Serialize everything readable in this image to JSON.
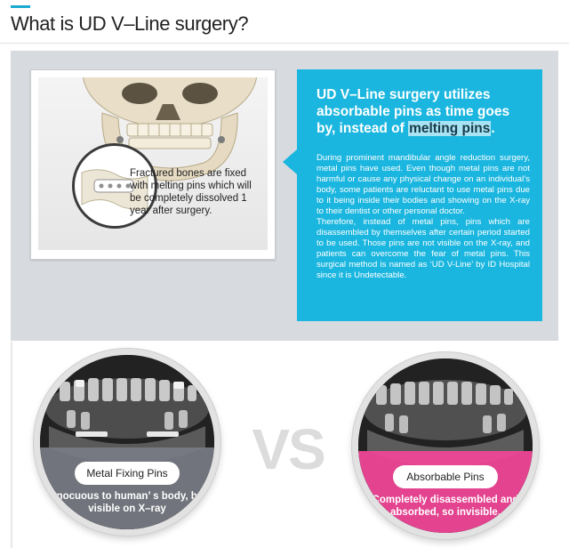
{
  "page_title": "What is UD V–Line surgery?",
  "photo_card": {
    "caption": "Fractured bones are fixed with melting pins which will be completely dissolved 1 year after surgery."
  },
  "info_box": {
    "headline_part1": "UD V–Line surgery utilizes absorbable pins as time goes by, instead of ",
    "headline_highlight": "melting pins",
    "headline_end": ".",
    "paragraph1": "During prominent mandibular angle reduction surgery, metal pins have used. Even though metal pins are not harmful or cause any physical change on an individual’s body, some patients are reluctant to use metal pins due to it being inside their bodies and  showing on the X-ray to their dentist or other personal doctor.",
    "paragraph2": "Therefore, instead of metal pins, pins which are disassembled  by themselves after certain period started to be used. Those pins are not visible on the X-ray, and patients can overcome the fear of metal pins. This surgical method is named as ‘UD V-Line’ by ID Hospital since it is Undetectable."
  },
  "comparison": {
    "vs_label": "VS",
    "left": {
      "pill_label": "Metal Fixing Pins",
      "caption": "Innocuous to human’ s body, but visible on X–ray"
    },
    "right": {
      "pill_label": "Absorbable Pins",
      "caption": "Completely disassembled and absorbed, so invisible."
    }
  },
  "colors": {
    "accent": "#1aa8cf",
    "info_box": "#1bb6df",
    "panel_bg": "#d7dadf",
    "left_band": "#787c84",
    "right_band": "#ee4696",
    "vs": "#dcdcdc"
  },
  "icons": [
    "skull-illustration",
    "bone-closeup-icon",
    "xray-metal-pins",
    "xray-absorbable-pins"
  ]
}
